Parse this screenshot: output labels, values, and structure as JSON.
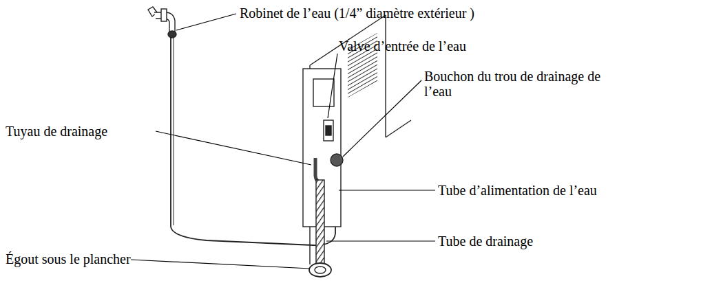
{
  "diagram": {
    "labels": [
      "Robinet de l’eau (1/4” diamètre extérieur )",
      "Valve d’entrée de l’eau",
      "Bouchon du trou de drainage de l’eau",
      "Tuyau de drainage",
      "Tube d’alimentation de l’eau",
      "Tube de drainage",
      "Égout sous le plancher"
    ]
  }
}
